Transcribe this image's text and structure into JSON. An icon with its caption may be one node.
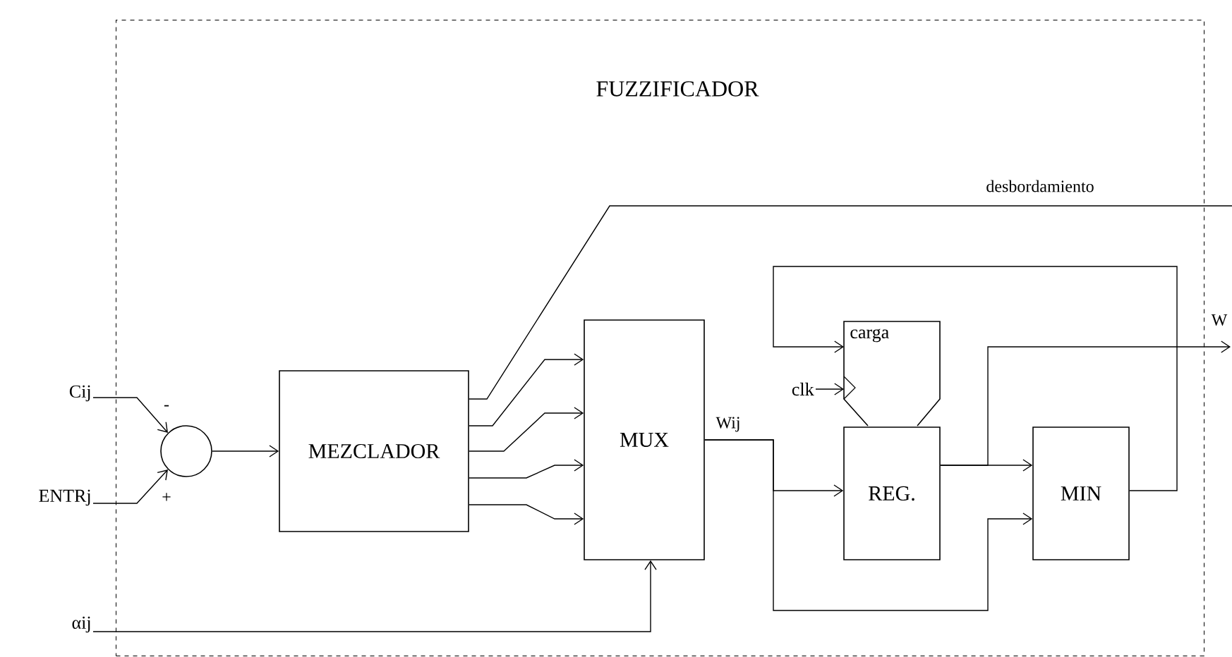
{
  "diagram": {
    "nodes": [
      {
        "text": [
          "FUZZIFICADOR"
        ]
      },
      {
        "text": [
          "Cij"
        ]
      },
      {
        "text": [
          "ENTRj"
        ]
      },
      {
        "text": [
          "αij"
        ]
      },
      {
        "text": [],
        "shape": "circle",
        "in": 0
      },
      {
        "text": [
          "MEZCLADOR"
        ],
        "in": 0
      },
      {
        "text": [
          "MUX"
        ],
        "in": 0
      },
      {
        "text": [
          "carga"
        ],
        "in": 0
      },
      {
        "text": [
          "REG."
        ],
        "in": 0
      },
      {
        "text": [
          "MIN"
        ],
        "in": 0
      },
      {
        "text": [
          "clk"
        ],
        "in": 0
      }
    ],
    "edges": [
      {
        "from": 1,
        "to": 4,
        "arrow": "to",
        "label": "-"
      },
      {
        "from": 2,
        "to": 4,
        "arrow": "to",
        "label": "+"
      },
      {
        "from": 4,
        "to": 5,
        "arrow": "to"
      },
      {
        "from": 5,
        "to": 6,
        "arrow": "to"
      },
      {
        "from": 5,
        "to": 6,
        "arrow": "to"
      },
      {
        "from": 5,
        "to": 6,
        "arrow": "to"
      },
      {
        "from": 5,
        "to": 6,
        "arrow": "to"
      },
      {
        "from": 5,
        "to": null,
        "arrow": "none",
        "label": "desbordamiento"
      },
      {
        "from": 3,
        "to": 6,
        "arrow": "to"
      },
      {
        "from": 6,
        "to": 8,
        "arrow": "to",
        "label": "Wij"
      },
      {
        "from": 6,
        "to": 9,
        "arrow": "to"
      },
      {
        "from": 8,
        "to": 9,
        "arrow": "to"
      },
      {
        "from": 8,
        "to": null,
        "arrow": "to",
        "label": "W"
      },
      {
        "from": 9,
        "to": 7,
        "arrow": "to"
      },
      {
        "from": 10,
        "to": 7,
        "arrow": "to"
      }
    ]
  }
}
